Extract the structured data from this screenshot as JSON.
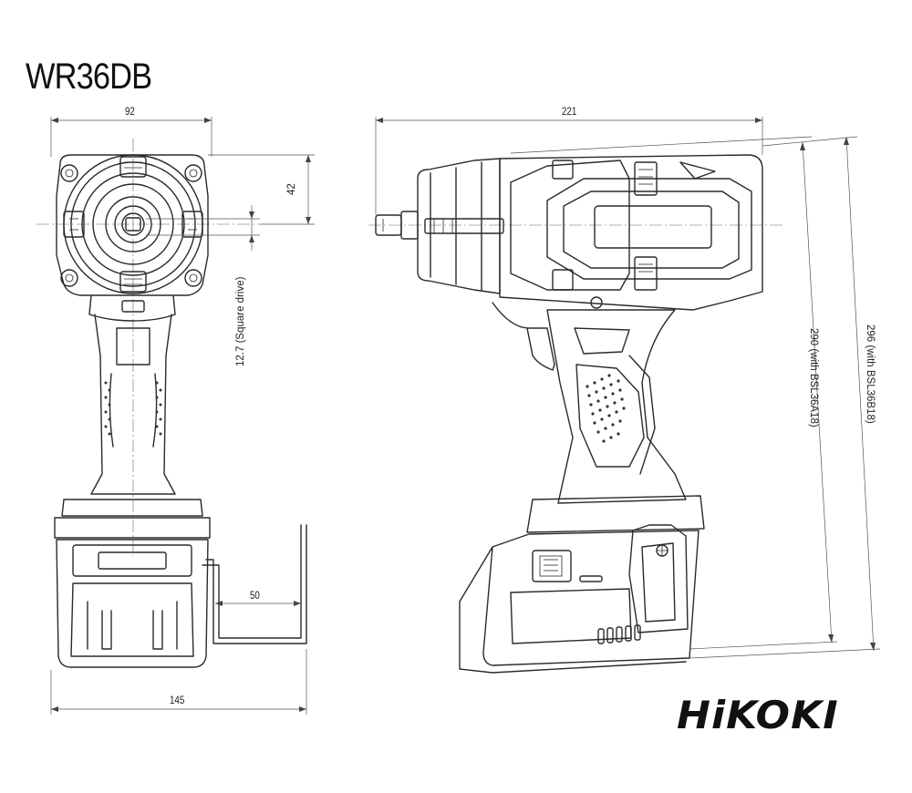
{
  "model": "WR36DB",
  "brand": "HiKOKI",
  "dimensions": {
    "front_width": "92",
    "overall_length": "221",
    "head_offset": "42",
    "square_drive": "12.7 (Square drive)",
    "clip_offset": "50",
    "base_width": "145",
    "height_bsl36a18": "290 (with BSL36A18)",
    "height_bsl36b18": "296 (with BSL36B18)"
  }
}
